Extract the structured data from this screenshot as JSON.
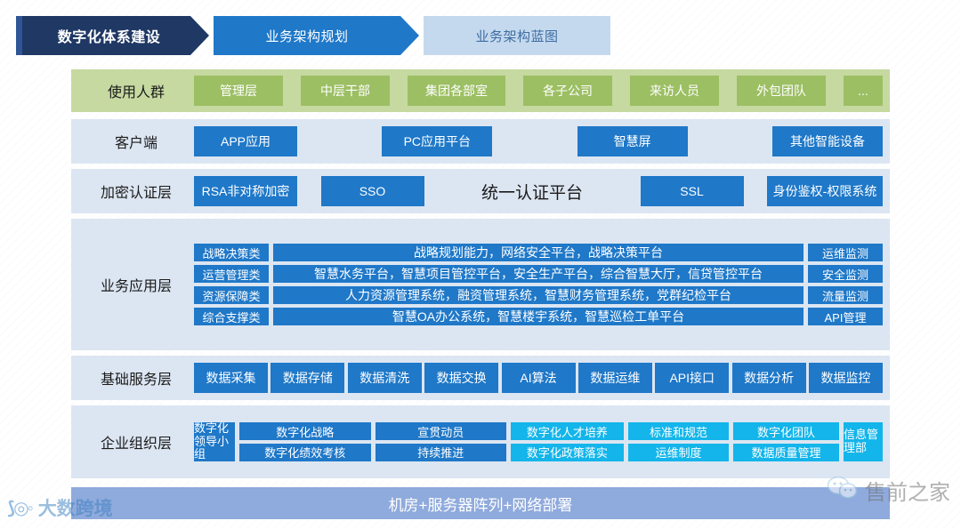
{
  "breadcrumb": {
    "steps": [
      {
        "label": "数字化体系建设",
        "state": "active"
      },
      {
        "label": "业务架构规划",
        "state": "next"
      },
      {
        "label": "业务架构蓝图",
        "state": "future"
      }
    ]
  },
  "rows": {
    "users": {
      "label": "使用人群",
      "items": [
        "管理层",
        "中层干部",
        "集团各部室",
        "各子公司",
        "来访人员",
        "外包团队",
        "..."
      ]
    },
    "client": {
      "label": "客户端",
      "items": [
        "APP应用",
        "PC应用平台",
        "智慧屏",
        "其他智能设备"
      ]
    },
    "auth": {
      "label": "加密认证层",
      "items": [
        "RSA非对称加密",
        "SSO",
        "统一认证平台",
        "SSL",
        "身份鉴权-权限系统"
      ],
      "plain_index": 2
    },
    "business": {
      "label": "业务应用层",
      "lines": [
        {
          "category": "战略决策类",
          "detail": "战略规划能力，网络安全平台，战略决策平台"
        },
        {
          "category": "运营管理类",
          "detail": "智慧水务平台，智慧项目管控平台，安全生产平台，综合智慧大厅，信贷管控平台"
        },
        {
          "category": "资源保障类",
          "detail": "人力资源管理系统，融资管理系统，智慧财务管理系统，党群纪检平台"
        },
        {
          "category": "综合支撑类",
          "detail": "智慧OA办公系统，智慧楼宇系统，智慧巡检工单平台"
        }
      ],
      "monitors": [
        "运维监测",
        "安全监测",
        "流量监测",
        "API管理"
      ]
    },
    "basic": {
      "label": "基础服务层",
      "items": [
        "数据采集",
        "数据存储",
        "数据清洗",
        "数据交换",
        "AI算法",
        "数据运维",
        "API接口",
        "数据分析",
        "数据监控"
      ]
    },
    "org": {
      "label": "企业组织层",
      "leader_group": "数字化领导小组",
      "blue_grid": [
        [
          "数字化战略",
          "宣贯动员"
        ],
        [
          "数字化绩效考核",
          "持续推进"
        ]
      ],
      "cyan_grid": [
        [
          "数字化人才培养",
          "标准和规范",
          "数字化团队"
        ],
        [
          "数字化政策落实",
          "运维制度",
          "数据质量管理"
        ]
      ],
      "info_dept": "信息管理部"
    }
  },
  "footer": {
    "label": "机房+服务器阵列+网络部署"
  },
  "watermarks": {
    "left": "大数跨境",
    "right": "售前之家"
  },
  "colors": {
    "crumb_active": "#1f3864",
    "crumb_next": "#1f78c8",
    "crumb_future": "#c5d9ee",
    "green_band": "#c6d9a0",
    "green_chip": "#9cbf63",
    "blue_band": "#dce6f2",
    "blue_chip": "#1f78c8",
    "cyan_chip": "#13b5ea",
    "footer_bar": "#8faadc"
  }
}
